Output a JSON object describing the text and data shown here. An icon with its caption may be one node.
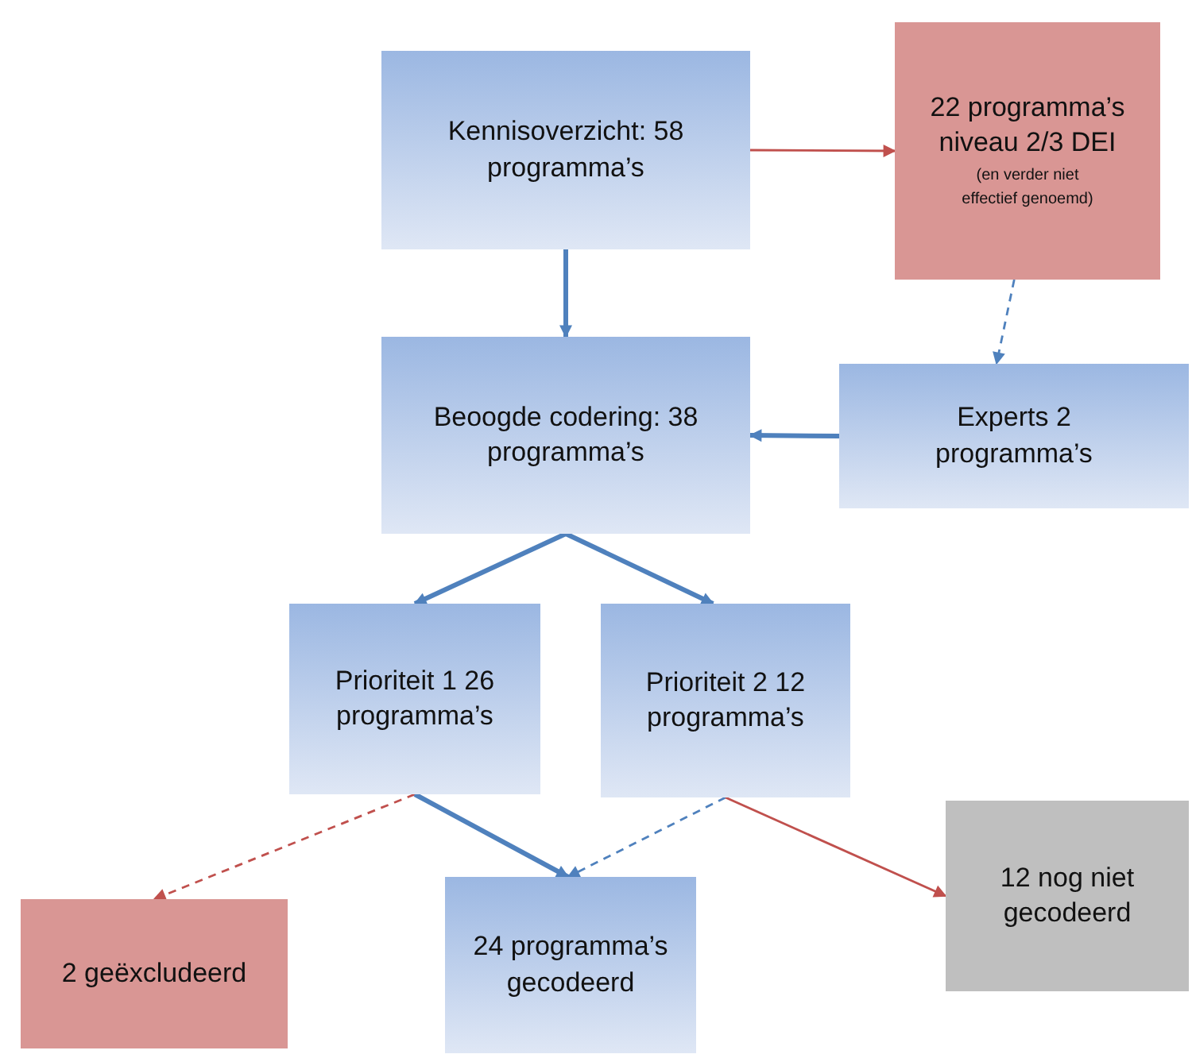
{
  "diagram": {
    "nodes": [
      {
        "text": [
          "Kennisoverzicht: 58 programma’s"
        ]
      },
      {
        "text": [
          "22 programma’s niveau 2/3 DEI",
          "(en verder niet effectief genoemd)"
        ]
      },
      {
        "text": [
          "Beoogde codering: 38 programma’s"
        ]
      },
      {
        "text": [
          "Experts 2 programma’s"
        ]
      },
      {
        "text": [
          "Prioriteit 1 26 programma’s"
        ]
      },
      {
        "text": [
          "Prioriteit 2 12 programma’s"
        ]
      },
      {
        "text": [
          "2 geëxcludeerd"
        ]
      },
      {
        "text": [
          "24 programma’s gecodeerd"
        ]
      },
      {
        "text": [
          "12 nog niet gecodeerd"
        ]
      }
    ],
    "edges": [
      {
        "from": 0,
        "to": 1,
        "arrow": "to",
        "color": "#c0504d"
      },
      {
        "from": 0,
        "to": 2,
        "arrow": "to",
        "style": "thick"
      },
      {
        "from": 1,
        "to": 3,
        "arrow": "to",
        "style": "dashed"
      },
      {
        "from": 3,
        "to": 2,
        "arrow": "to",
        "style": "thick"
      },
      {
        "from": 2,
        "to": 4,
        "arrow": "to",
        "style": "thick"
      },
      {
        "from": 2,
        "to": 5,
        "arrow": "to",
        "style": "thick"
      },
      {
        "from": 4,
        "to": 6,
        "arrow": "to",
        "style": "dashed",
        "color": "#c0504d"
      },
      {
        "from": 4,
        "to": 7,
        "arrow": "to",
        "style": "thick"
      },
      {
        "from": 5,
        "to": 7,
        "arrow": "to",
        "style": "dashed"
      },
      {
        "from": 5,
        "to": 8,
        "arrow": "to",
        "color": "#c0504d"
      }
    ]
  }
}
